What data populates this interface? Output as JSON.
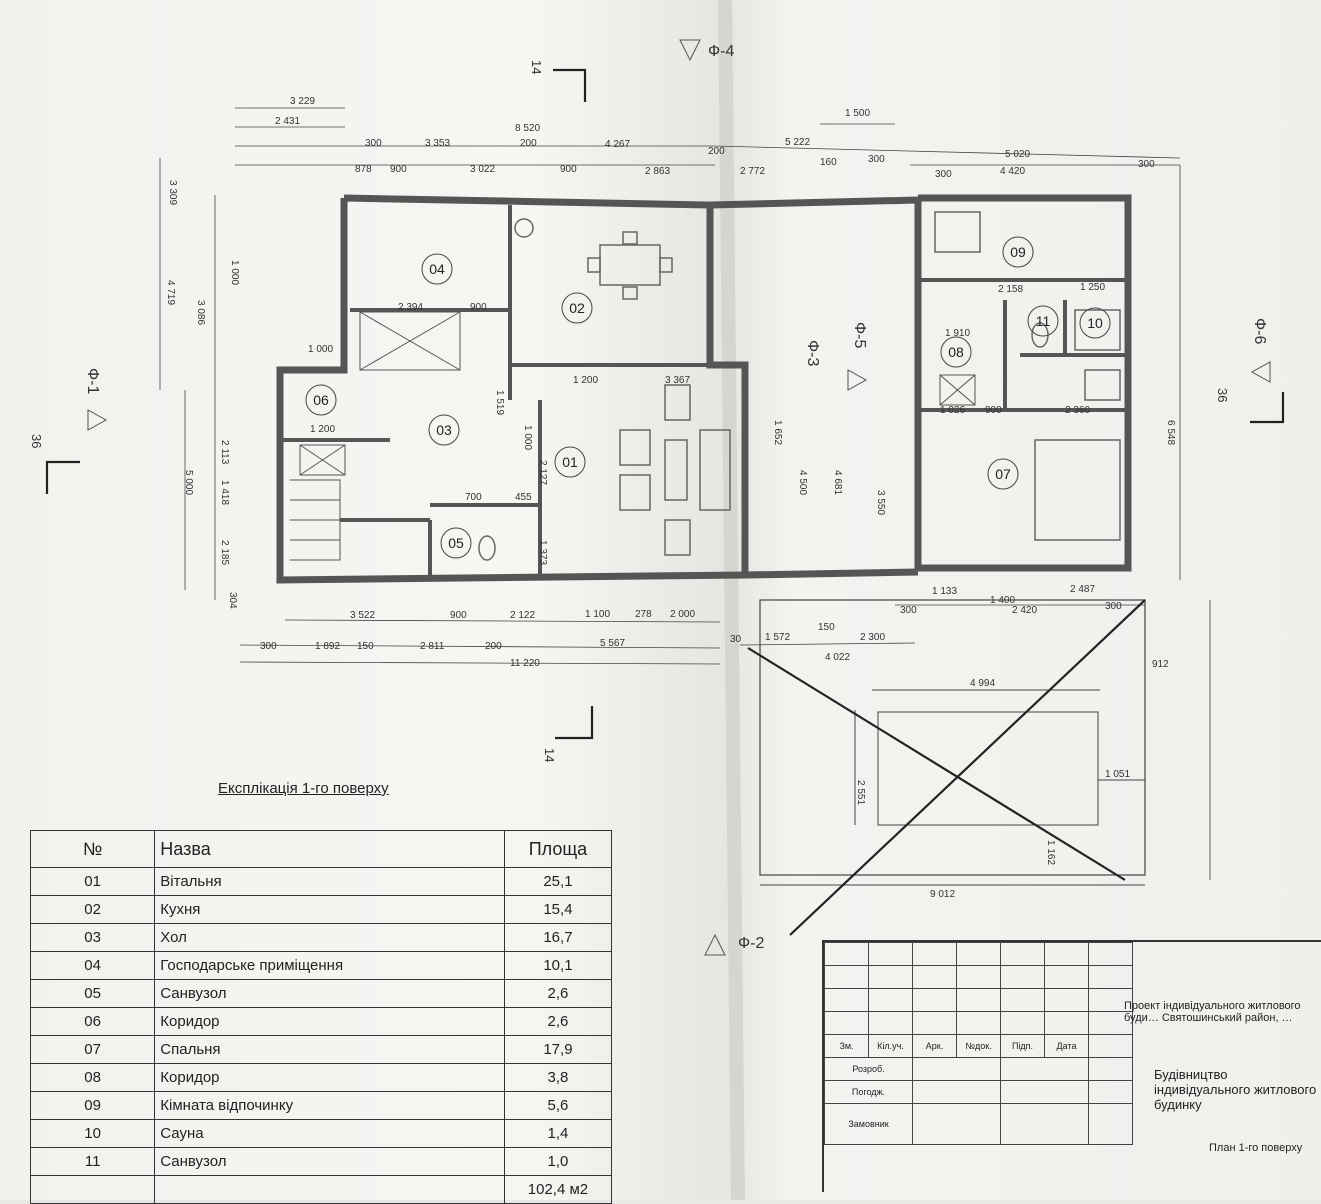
{
  "plan": {
    "section_markers": [
      {
        "label": "14",
        "pos": "top"
      },
      {
        "label": "14",
        "pos": "bottom"
      },
      {
        "label": "36",
        "pos": "left"
      },
      {
        "label": "36",
        "pos": "right"
      }
    ],
    "facade_markers": [
      "Ф-4",
      "Ф-1",
      "Ф-2",
      "Ф-3",
      "Ф-5",
      "Ф-6"
    ],
    "rooms": [
      "01",
      "02",
      "03",
      "04",
      "05",
      "06",
      "07",
      "08",
      "09",
      "10",
      "11"
    ],
    "dimensions_top": [
      "3 229",
      "2 431",
      "8 520",
      "300",
      "3 353",
      "200",
      "4 267",
      "200",
      "5 222",
      "1 500",
      "5 020",
      "300",
      "4 420",
      "300",
      "878",
      "900",
      "3 022",
      "900",
      "2 863",
      "2 772",
      "160",
      "300"
    ],
    "dimensions_bottom": [
      "3 522",
      "900",
      "2 122",
      "1 100",
      "278",
      "2 000",
      "300",
      "1 892",
      "150",
      "2 811",
      "200",
      "5 567",
      "30",
      "1 572",
      "150",
      "2 300",
      "11 220",
      "4 022",
      "1 133",
      "1 400",
      "2 487",
      "300",
      "2 420",
      "300",
      "912"
    ],
    "dimensions_left": [
      "4 719",
      "5 000",
      "3 309",
      "3 086",
      "1 000",
      "2 113",
      "1 418",
      "2 185",
      "304"
    ],
    "dimensions_interior": [
      "2 394",
      "900",
      "1 200",
      "3 367",
      "1 519",
      "1 000",
      "2 127",
      "1 373",
      "700",
      "455",
      "1 200",
      "1 000",
      "1 652",
      "4 500",
      "4 681",
      "3 550",
      "2 158",
      "1 250",
      "1 910",
      "2 360",
      "1 026",
      "900",
      "6 548"
    ],
    "terrace": {
      "width": "4 994",
      "height": "2 551",
      "offset": "1 051",
      "overall": "9 012",
      "side": "1 162"
    }
  },
  "legend": {
    "title": "Експлікація 1-го поверху",
    "headers": {
      "num": "№",
      "name": "Назва",
      "area": "Площа"
    },
    "rows": [
      {
        "num": "01",
        "name": "Вітальня",
        "area": "25,1"
      },
      {
        "num": "02",
        "name": "Кухня",
        "area": "15,4"
      },
      {
        "num": "03",
        "name": "Хол",
        "area": "16,7"
      },
      {
        "num": "04",
        "name": "Господарське приміщення",
        "area": "10,1"
      },
      {
        "num": "05",
        "name": "Санвузол",
        "area": "2,6"
      },
      {
        "num": "06",
        "name": "Коридор",
        "area": "2,6"
      },
      {
        "num": "07",
        "name": "Спальня",
        "area": "17,9"
      },
      {
        "num": "08",
        "name": "Коридор",
        "area": "3,8"
      },
      {
        "num": "09",
        "name": "Кімната відпочинку",
        "area": "5,6"
      },
      {
        "num": "10",
        "name": "Сауна",
        "area": "1,4"
      },
      {
        "num": "11",
        "name": "Санвузол",
        "area": "1,0"
      }
    ],
    "total": "102,4 м2"
  },
  "title_block": {
    "columns": [
      "Зм.",
      "Кіл.уч.",
      "Арк.",
      "№док.",
      "Підп.",
      "Дата"
    ],
    "rows": [
      "Розроб.",
      "Погодж.",
      "Замовник"
    ],
    "project": "Проект індивідуального житлового буди… Святошинський район, …",
    "object": "Будівництво індивідуального житлового будинку",
    "sheet": "План 1-го поверху"
  }
}
